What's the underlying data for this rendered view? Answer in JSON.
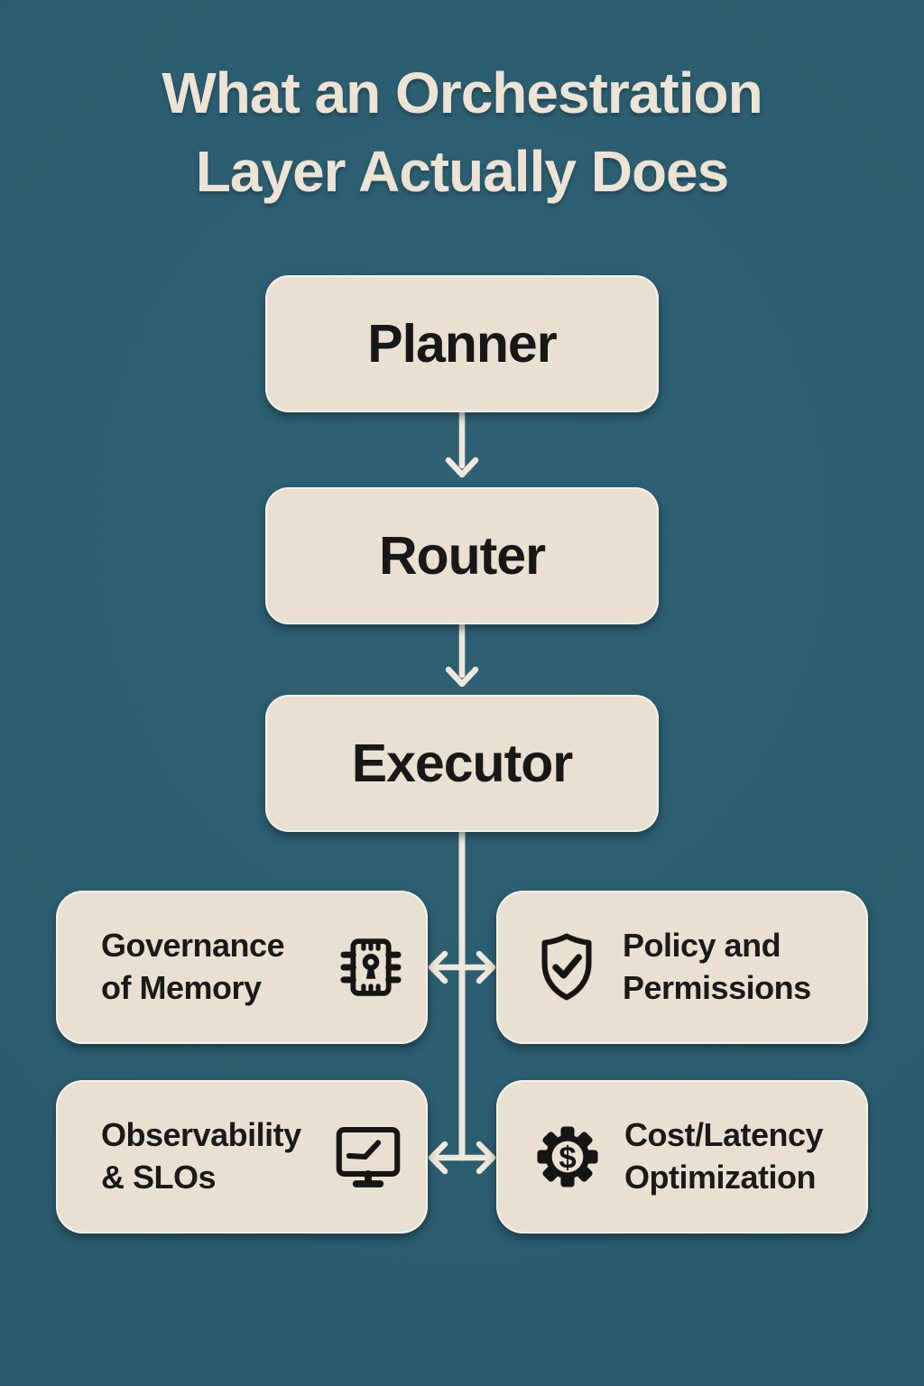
{
  "title": {
    "line1": "What an Orchestration",
    "line2": "Layer Actually Does"
  },
  "flow_nodes": {
    "planner": "Planner",
    "router": "Router",
    "executor": "Executor"
  },
  "branches": {
    "governance": {
      "line1": "Governance",
      "line2": "of Memory",
      "icon": "chip-lock-icon"
    },
    "policy": {
      "line1": "Policy and",
      "line2": "Permissions",
      "icon": "shield-check-icon"
    },
    "observability": {
      "line1": "Observability",
      "line2": "& SLOs",
      "icon": "monitor-chart-icon"
    },
    "cost": {
      "line1": "Cost/Latency",
      "line2": "Optimization",
      "icon": "gear-dollar-icon"
    }
  },
  "icons": {
    "gear_dollar_symbol": "$"
  },
  "colors": {
    "background": "#2b5d70",
    "box_fill": "#e9e0d1",
    "box_edge_highlight": "#fdf9f0",
    "connector": "#efe8da",
    "dark_text": "#1a1a1a",
    "title_text": "#ece3d4"
  }
}
